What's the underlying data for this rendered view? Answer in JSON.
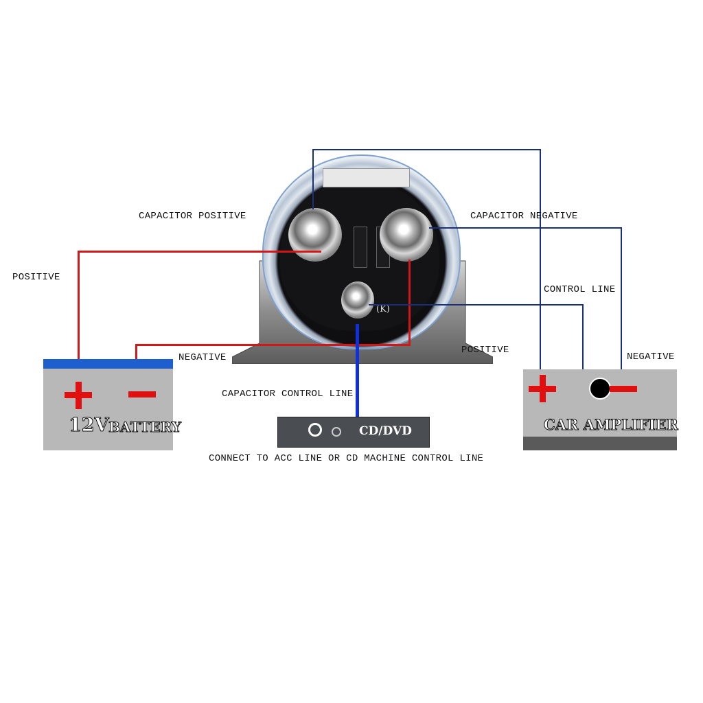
{
  "labels": {
    "capacitor_positive": "CAPACITOR POSITIVE",
    "capacitor_negative": "CAPACITOR NEGATIVE",
    "positive_left": "POSITIVE",
    "negative_left": "NEGATIVE",
    "positive_right": "POSITIVE",
    "control_line": "CONTROL LINE",
    "negative_right": "NEGATIVE",
    "capacitor_control_line": "CAPACITOR CONTROL LINE",
    "connect_note": "CONNECT TO ACC LINE OR CD MACHINE CONTROL LINE"
  },
  "device": {
    "terminal_mark": "(K)"
  },
  "battery": {
    "voltage": "12V",
    "name": "BATTERY",
    "plus": "+",
    "minus": "−"
  },
  "amplifier": {
    "name": "CAR AMPLIFIER",
    "plus": "+",
    "minus": "−"
  },
  "cd_unit": {
    "label": "CD/DVD"
  },
  "colors": {
    "positive_wire": "#d01818",
    "signal_wire": "#1a2f7a",
    "control_wire": "#1030d8",
    "battery_top": "#1e5fd0",
    "box_body": "#b8b8b8",
    "cd_body": "#4a4d52"
  }
}
